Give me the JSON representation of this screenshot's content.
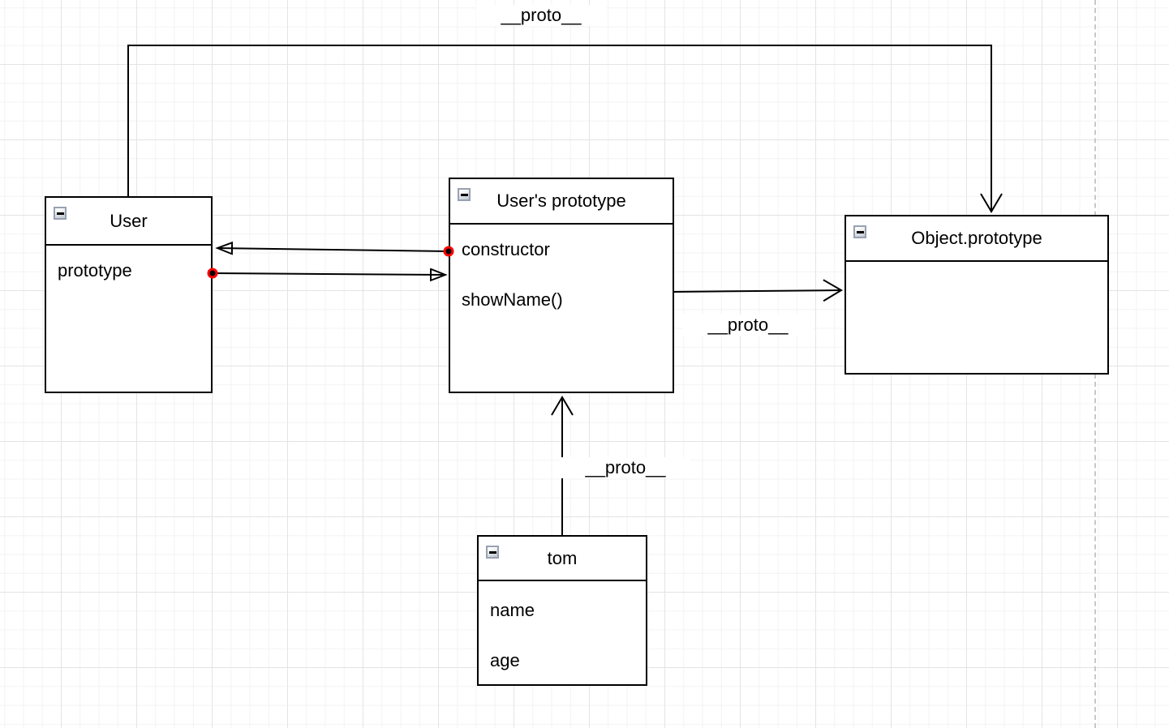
{
  "diagram": {
    "nodes": {
      "user": {
        "title": "User",
        "members": [
          "prototype"
        ]
      },
      "user_prototype": {
        "title": "User's prototype",
        "members": [
          "constructor",
          "showName()"
        ]
      },
      "object_prototype": {
        "title": "Object.prototype",
        "members": []
      },
      "tom": {
        "title": "tom",
        "members": [
          "name",
          "age"
        ]
      }
    },
    "edge_labels": {
      "user_to_object_prototype": "__proto__",
      "user_prototype_to_object_prototype": "__proto__",
      "tom_to_user_prototype": "__proto__"
    },
    "icons": {
      "collapse": "collapse-minus-icon"
    },
    "colors": {
      "stroke": "#000000",
      "node_fill": "#ffffff",
      "endpoint_dot_fill": "#000000",
      "endpoint_dot_ring": "#ff0000",
      "grid_minor": "#f3f3f3",
      "grid_major": "#e4e4e4",
      "page_divider": "#c8c8c8"
    }
  }
}
